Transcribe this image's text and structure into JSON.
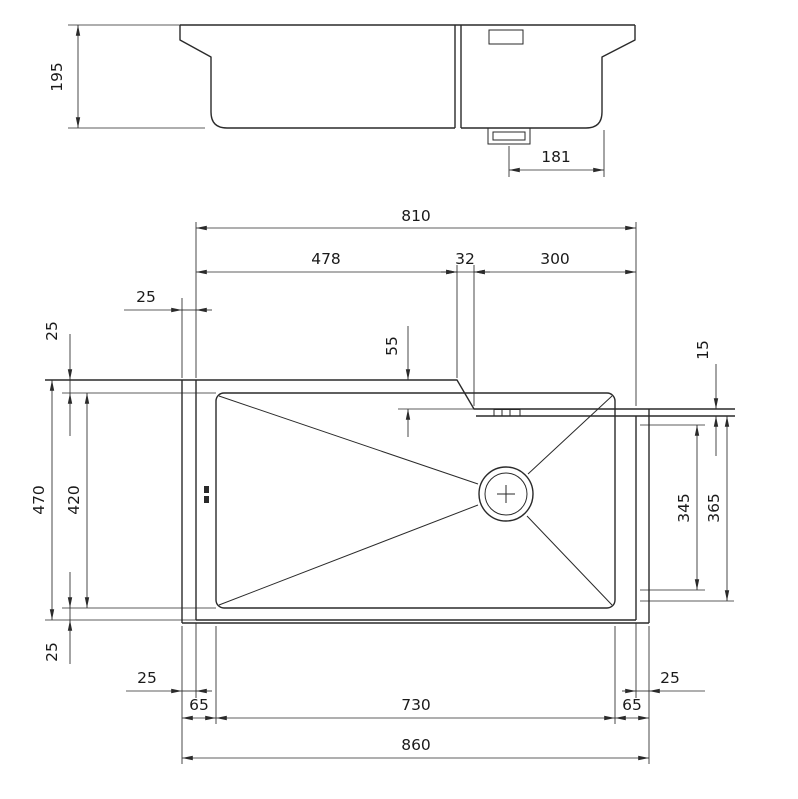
{
  "drawing": {
    "type": "sink-technical-drawing",
    "views": [
      "side-elevation",
      "plan"
    ]
  },
  "colors": {
    "line": "#2a2a2a",
    "text": "#1a1a1a",
    "background": "#ffffff"
  },
  "dims": {
    "side_depth": "195",
    "side_drain_to_edge": "181",
    "cutout_width": "810",
    "cutout_left_section": "478",
    "cutout_step": "32",
    "cutout_right_section": "300",
    "rim_inset_left": "25",
    "rim_inset_top": "25",
    "ledge_drop": "55",
    "ledge_edge_gap": "15",
    "overall_depth": "470",
    "bowl_depth": "420",
    "drain_span_inner": "345",
    "drain_span_outer": "365",
    "rim_inset_bottom": "25",
    "rim_inset_bottom_left": "25",
    "rim_inset_bottom_right": "25",
    "bowl_inset_left": "65",
    "bowl_width": "730",
    "bowl_inset_right": "65",
    "overall_width": "860"
  }
}
